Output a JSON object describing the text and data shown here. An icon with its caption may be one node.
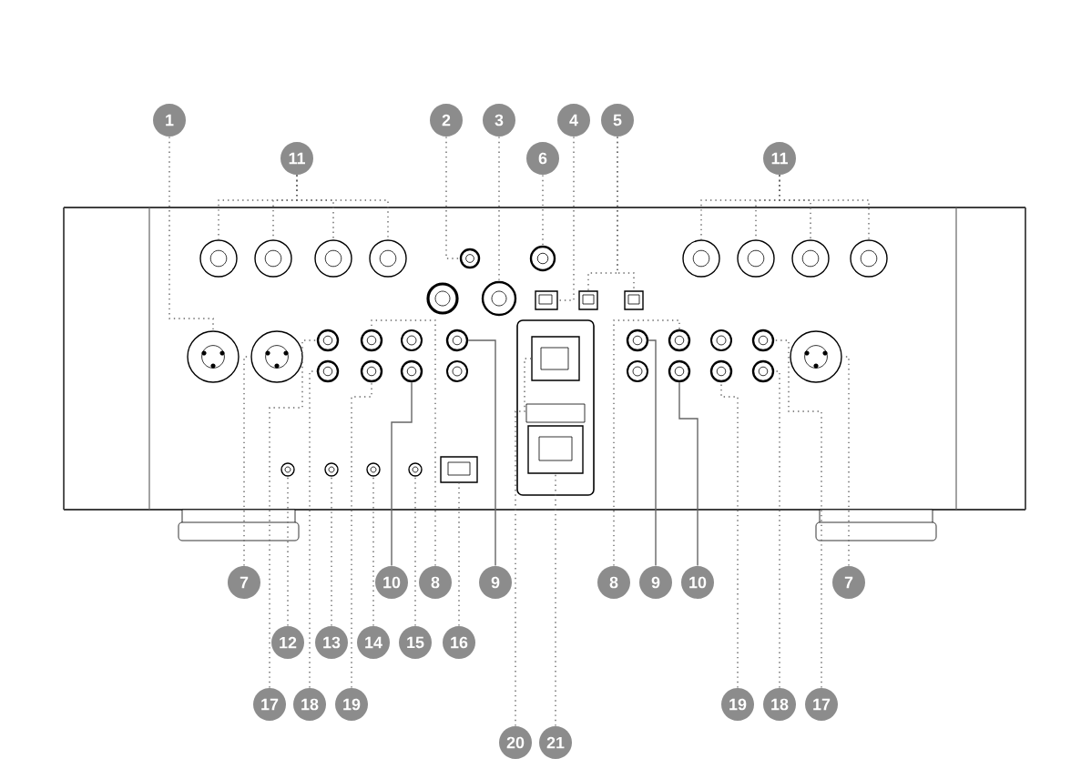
{
  "diagram": {
    "nodes": [
      {
        "text": [
          "1"
        ]
      },
      {
        "text": [
          "11"
        ]
      },
      {
        "text": [
          "2"
        ]
      },
      {
        "text": [
          "3"
        ]
      },
      {
        "text": [
          "6"
        ]
      },
      {
        "text": [
          "4"
        ]
      },
      {
        "text": [
          "5"
        ]
      },
      {
        "text": [
          "11"
        ]
      },
      {
        "text": [
          "7"
        ]
      },
      {
        "text": [
          "10"
        ]
      },
      {
        "text": [
          "8"
        ]
      },
      {
        "text": [
          "9"
        ]
      },
      {
        "text": [
          "8"
        ]
      },
      {
        "text": [
          "9"
        ]
      },
      {
        "text": [
          "10"
        ]
      },
      {
        "text": [
          "7"
        ]
      },
      {
        "text": [
          "12"
        ]
      },
      {
        "text": [
          "13"
        ]
      },
      {
        "text": [
          "14"
        ]
      },
      {
        "text": [
          "15"
        ]
      },
      {
        "text": [
          "16"
        ]
      },
      {
        "text": [
          "17"
        ]
      },
      {
        "text": [
          "18"
        ]
      },
      {
        "text": [
          "19"
        ]
      },
      {
        "text": [
          "19"
        ]
      },
      {
        "text": [
          "18"
        ]
      },
      {
        "text": [
          "17"
        ]
      },
      {
        "text": [
          "20"
        ]
      },
      {
        "text": [
          "21"
        ]
      },
      {
        "text": [],
        "shape": "circle"
      },
      {
        "text": [],
        "shape": "circle"
      },
      {
        "text": [],
        "shape": "circle"
      },
      {
        "text": [],
        "shape": "circle"
      },
      {
        "text": [],
        "shape": "circle"
      },
      {
        "text": [],
        "shape": "circle"
      },
      {
        "text": [],
        "shape": "circle"
      },
      {
        "text": [],
        "shape": "box"
      },
      {
        "text": [],
        "shape": "box"
      },
      {
        "text": [],
        "shape": "box"
      },
      {
        "text": [],
        "shape": "circle"
      },
      {
        "text": [],
        "shape": "circle"
      },
      {
        "text": [],
        "shape": "circle"
      },
      {
        "text": [],
        "shape": "circle"
      },
      {
        "text": [],
        "shape": "circle"
      },
      {
        "text": [],
        "shape": "circle"
      },
      {
        "text": [],
        "shape": "circle"
      },
      {
        "text": [],
        "shape": "circle"
      },
      {
        "text": [],
        "shape": "circle"
      },
      {
        "text": [],
        "shape": "circle"
      },
      {
        "text": [],
        "shape": "circle"
      },
      {
        "text": [],
        "shape": "circle"
      },
      {
        "text": [],
        "shape": "circle"
      },
      {
        "text": [],
        "shape": "circle"
      },
      {
        "text": [],
        "shape": "circle"
      },
      {
        "text": [],
        "shape": "circle"
      },
      {
        "text": [],
        "shape": "circle"
      },
      {
        "text": [],
        "shape": "circle"
      },
      {
        "text": [],
        "shape": "circle"
      },
      {
        "text": [],
        "shape": "circle"
      },
      {
        "text": [],
        "shape": "circle"
      },
      {
        "text": [],
        "shape": "circle"
      },
      {
        "text": [],
        "shape": "circle"
      },
      {
        "text": [],
        "shape": "box"
      },
      {
        "text": [],
        "shape": "box"
      },
      {
        "text": [],
        "shape": "box"
      }
    ],
    "edges": [
      {
        "from": 0,
        "to": 43,
        "arrow": "none",
        "style": "dashed"
      },
      {
        "from": 1,
        "to": 29,
        "arrow": "none",
        "style": "dashed"
      },
      {
        "from": 1,
        "to": 30,
        "arrow": "none",
        "style": "dashed"
      },
      {
        "from": 1,
        "to": 31,
        "arrow": "none",
        "style": "dashed"
      },
      {
        "from": 1,
        "to": 32,
        "arrow": "none",
        "style": "dashed"
      },
      {
        "from": 2,
        "to": 33,
        "arrow": "none",
        "style": "dashed"
      },
      {
        "from": 3,
        "to": 34,
        "arrow": "none",
        "style": "dashed"
      },
      {
        "from": 4,
        "to": 35,
        "arrow": "none",
        "style": "dashed"
      },
      {
        "from": 5,
        "to": 36,
        "arrow": "none",
        "style": "dashed"
      },
      {
        "from": 6,
        "to": 37,
        "arrow": "none",
        "style": "dashed"
      },
      {
        "from": 6,
        "to": 38,
        "arrow": "none",
        "style": "dashed"
      },
      {
        "from": 7,
        "to": 39,
        "arrow": "none",
        "style": "dashed"
      },
      {
        "from": 7,
        "to": 40,
        "arrow": "none",
        "style": "dashed"
      },
      {
        "from": 7,
        "to": 41,
        "arrow": "none",
        "style": "dashed"
      },
      {
        "from": 7,
        "to": 42,
        "arrow": "none",
        "style": "dashed"
      },
      {
        "from": 8,
        "to": 44,
        "arrow": "none",
        "style": "dashed"
      },
      {
        "from": 9,
        "to": 49,
        "arrow": "none"
      },
      {
        "from": 10,
        "to": 47,
        "arrow": "none",
        "style": "dashed"
      },
      {
        "from": 11,
        "to": 50,
        "arrow": "none"
      },
      {
        "from": 12,
        "to": 52,
        "arrow": "none",
        "style": "dashed"
      },
      {
        "from": 13,
        "to": 51,
        "arrow": "none"
      },
      {
        "from": 14,
        "to": 53,
        "arrow": "none"
      },
      {
        "from": 15,
        "to": 57,
        "arrow": "none",
        "style": "dashed"
      },
      {
        "from": 16,
        "to": 58,
        "arrow": "none",
        "style": "dashed"
      },
      {
        "from": 17,
        "to": 59,
        "arrow": "none",
        "style": "dashed"
      },
      {
        "from": 18,
        "to": 60,
        "arrow": "none",
        "style": "dashed"
      },
      {
        "from": 19,
        "to": 61,
        "arrow": "none",
        "style": "dashed"
      },
      {
        "from": 20,
        "to": 62,
        "arrow": "none",
        "style": "dashed"
      },
      {
        "from": 21,
        "to": 45,
        "arrow": "none",
        "style": "dashed"
      },
      {
        "from": 22,
        "to": 46,
        "arrow": "none",
        "style": "dashed"
      },
      {
        "from": 23,
        "to": 48,
        "arrow": "none",
        "style": "dashed"
      },
      {
        "from": 24,
        "to": 54,
        "arrow": "none",
        "style": "dashed"
      },
      {
        "from": 25,
        "to": 56,
        "arrow": "none",
        "style": "dashed"
      },
      {
        "from": 26,
        "to": 55,
        "arrow": "none",
        "style": "dashed"
      },
      {
        "from": 27,
        "to": 63,
        "arrow": "none",
        "style": "dashed"
      },
      {
        "from": 28,
        "to": 64,
        "arrow": "none",
        "style": "dashed"
      }
    ]
  }
}
